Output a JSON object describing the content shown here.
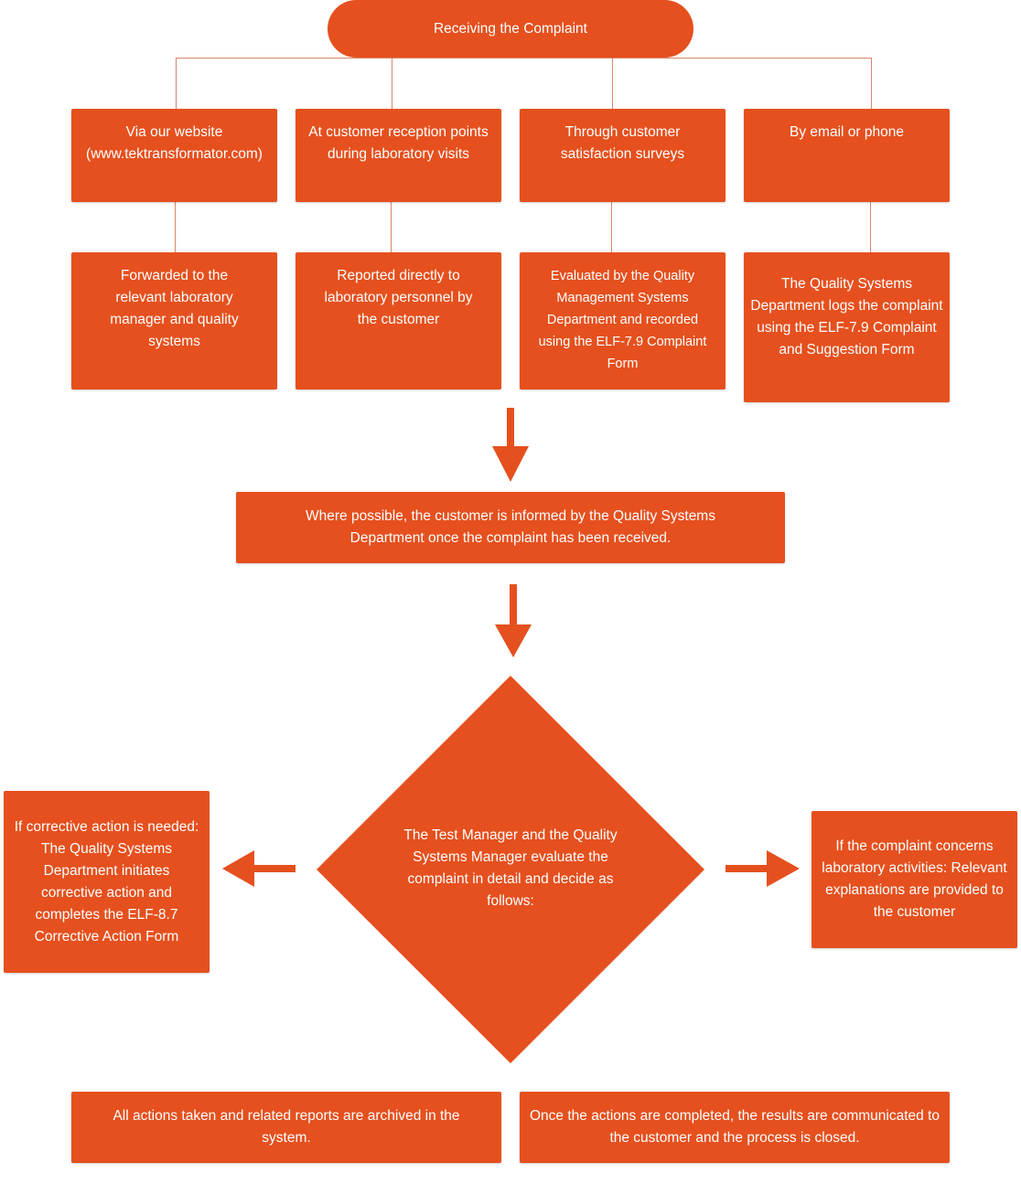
{
  "start": {
    "label": "Receiving the Complaint"
  },
  "channels": [
    {
      "label": "Via our website (www.tektransformator.com)"
    },
    {
      "label": "At customer reception points during laboratory visits"
    },
    {
      "label": "Through customer satisfaction surveys"
    },
    {
      "label": "By email or phone"
    }
  ],
  "handling": [
    {
      "label": "Forwarded to the relevant laboratory manager and quality systems"
    },
    {
      "label": "Reported directly to laboratory personnel by the customer"
    },
    {
      "label": "Evaluated by the Quality Management Systems Department and recorded using the ELF-7.9 Complaint Form"
    },
    {
      "label": "The Quality Systems Department logs the complaint using the ELF-7.9 Complaint and Suggestion Form"
    }
  ],
  "inform": {
    "label": "Where possible, the customer is informed by the Quality Systems Department once the complaint has been received."
  },
  "decision": {
    "label": "The Test Manager and the Quality Systems Manager evaluate the complaint in detail and decide as follows:"
  },
  "left_outcome": {
    "label": "If corrective action is needed: The Quality Systems Department initiates corrective action and completes the ELF-8.7 Corrective Action Form"
  },
  "right_outcome": {
    "label": "If the complaint concerns laboratory activities: Relevant explanations are provided to the customer"
  },
  "archive": {
    "label": "All actions taken and related reports are archived in the system."
  },
  "close": {
    "label": "Once the actions are completed, the results are communicated to the customer and the process is closed."
  },
  "colors": {
    "accent": "#e5501e",
    "connector": "#d9856a"
  }
}
